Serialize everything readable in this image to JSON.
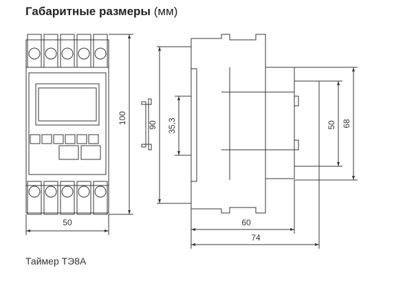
{
  "header": {
    "title_bold": "Габаритные размеры",
    "title_unit": "(мм)"
  },
  "caption": "Таймер ТЭ8А",
  "dimensions": {
    "front_width": "50",
    "front_height": "100",
    "side_height": "90",
    "rail_height": "35,3",
    "side_depth": "60",
    "total_depth": "74",
    "step_inner": "50",
    "step_outer": "68"
  },
  "colors": {
    "line": "#333333",
    "text": "#333333"
  }
}
